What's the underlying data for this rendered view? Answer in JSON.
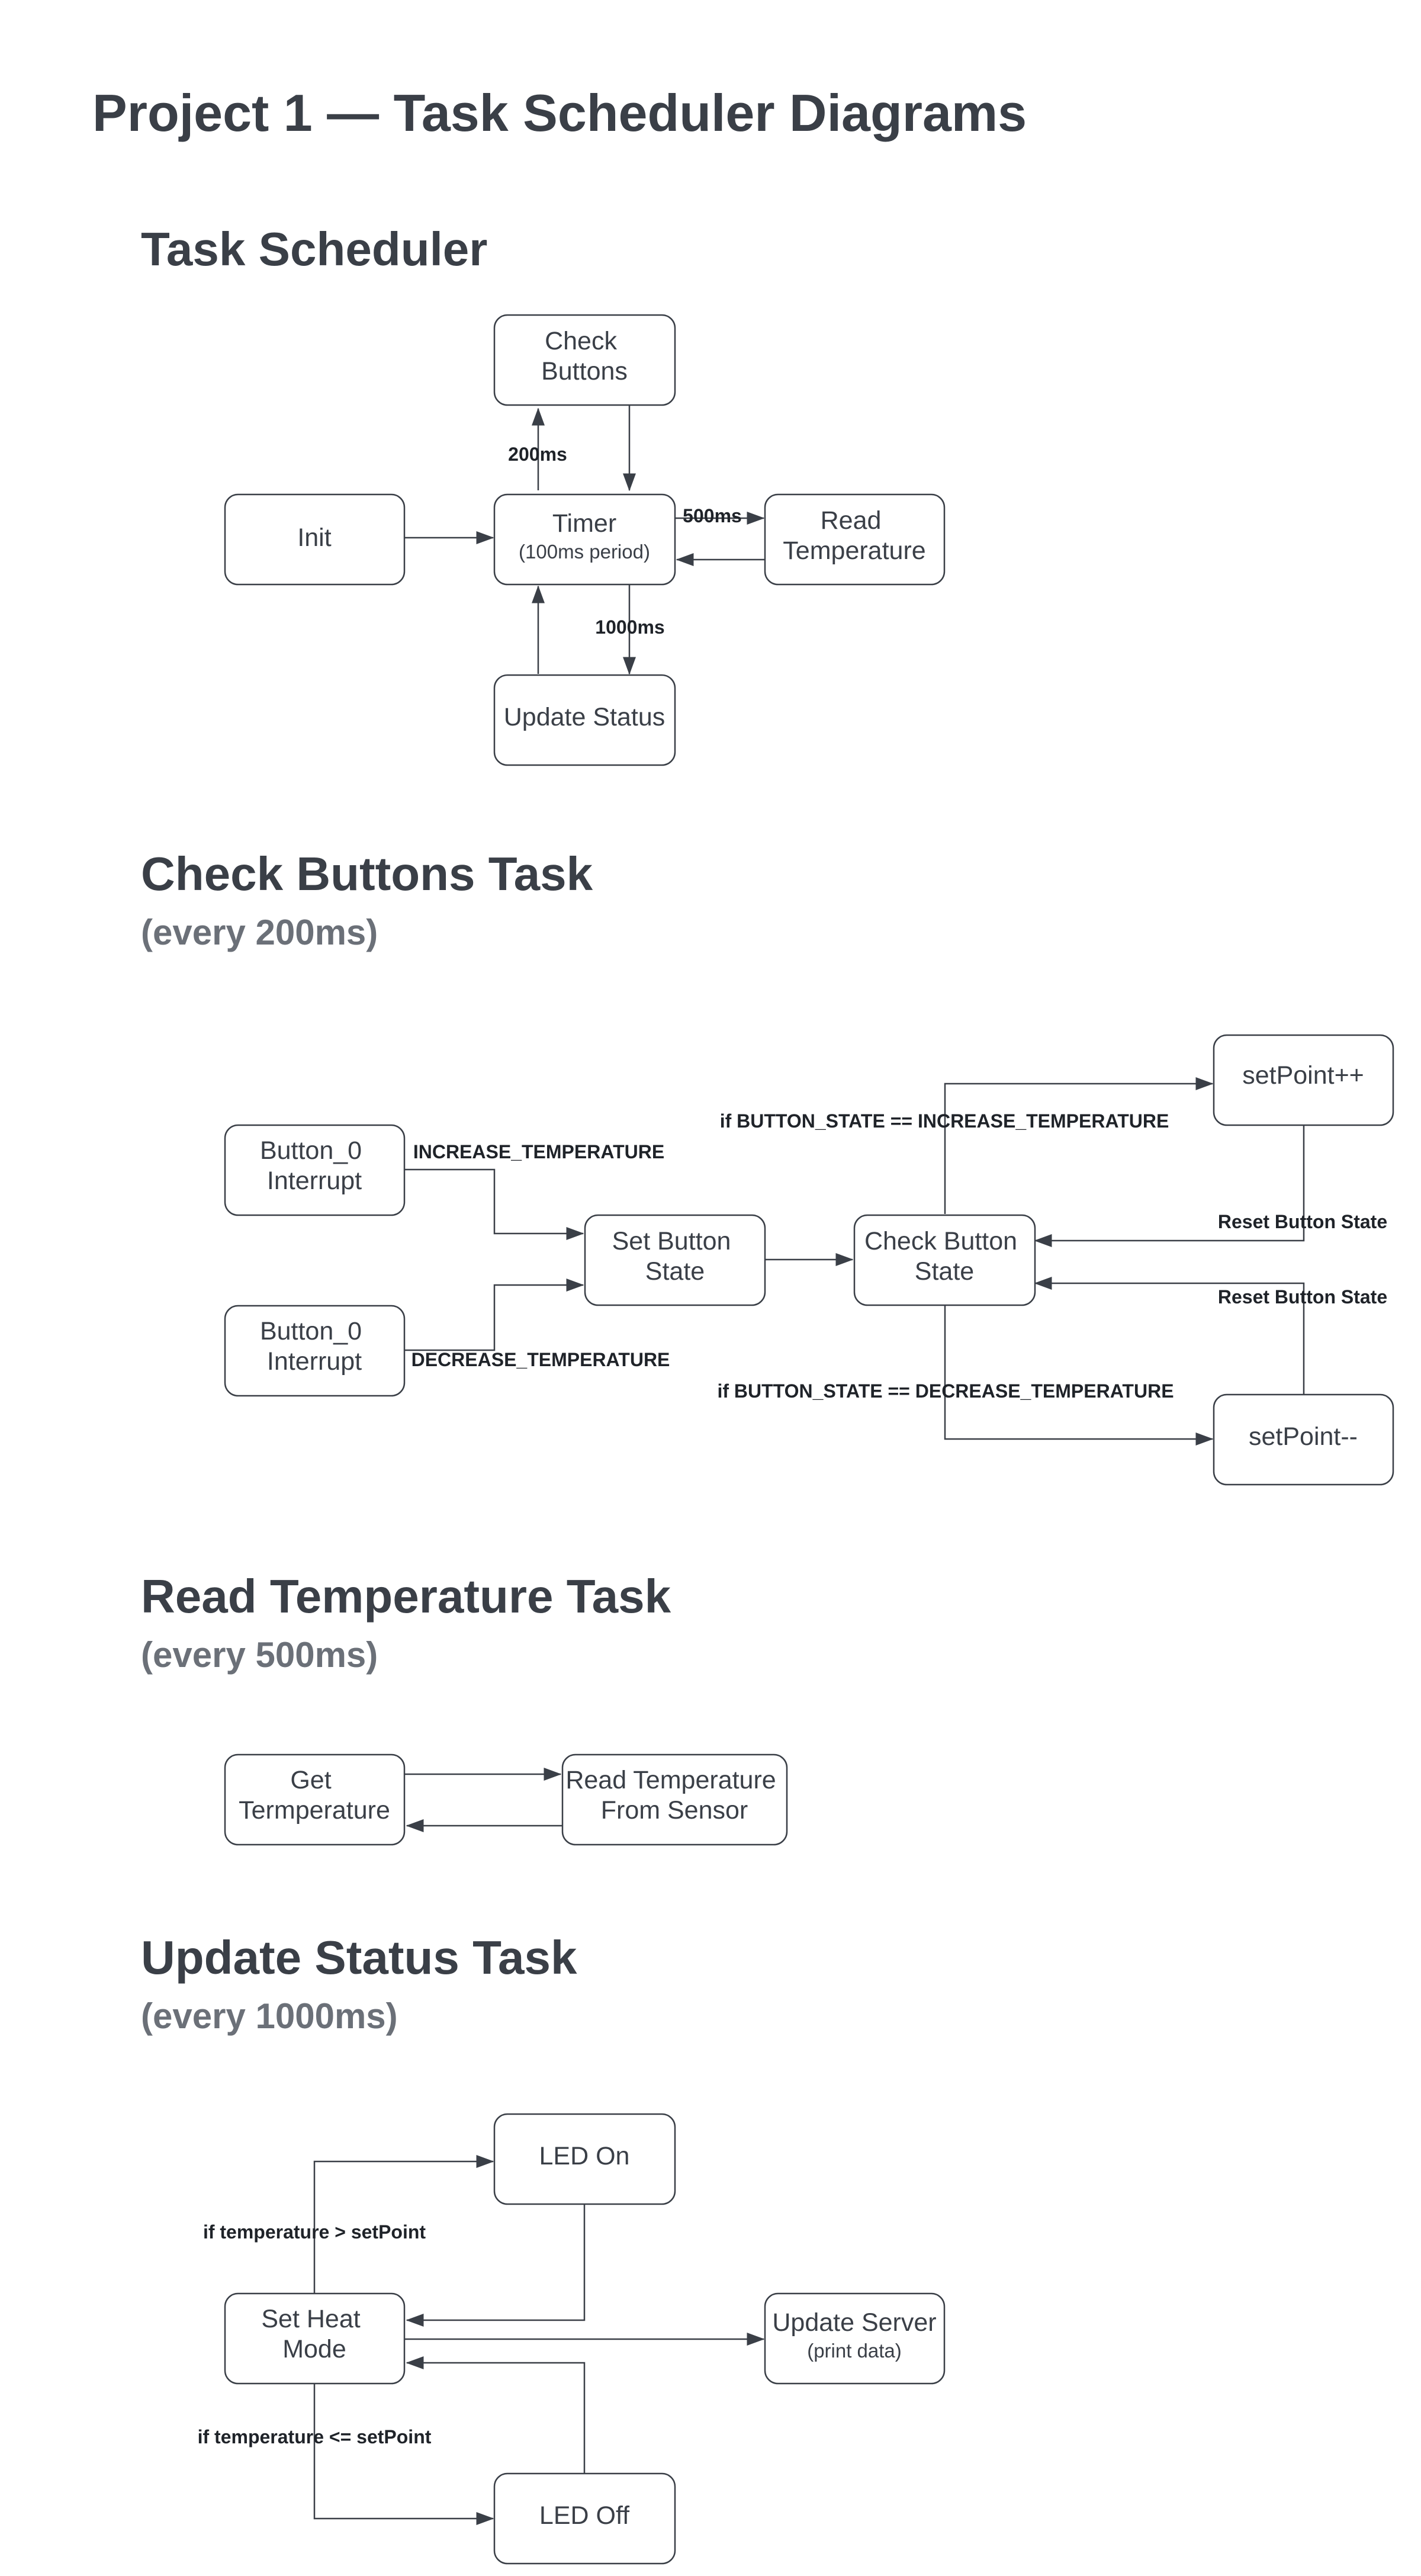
{
  "page": {
    "title": "Project 1 — Task Scheduler Diagrams"
  },
  "sections": {
    "scheduler": {
      "title": "Task Scheduler"
    },
    "buttons": {
      "title": "Check Buttons Task",
      "subtitle": "(every 200ms)"
    },
    "temperature": {
      "title": "Read Temperature Task",
      "subtitle": "(every 500ms)"
    },
    "status": {
      "title": "Update Status Task",
      "subtitle": "(every 1000ms)"
    }
  },
  "nodes": {
    "check_buttons": [
      "Check",
      "Buttons"
    ],
    "init": "Init",
    "timer": "Timer",
    "timer_sub": "(100ms period)",
    "read_temperature": [
      "Read",
      "Temperature"
    ],
    "update_status": "Update Status",
    "button0_top": [
      "Button_0",
      "Interrupt"
    ],
    "button0_bottom": [
      "Button_0",
      "Interrupt"
    ],
    "set_button_state": [
      "Set Button",
      "State"
    ],
    "check_button_state": [
      "Check Button",
      "State"
    ],
    "setpoint_inc": "setPoint++",
    "setpoint_dec": "setPoint--",
    "get_temperature": [
      "Get",
      "Termperature"
    ],
    "read_from_sensor": [
      "Read Temperature",
      "From Sensor"
    ],
    "led_on": "LED On",
    "set_heat_mode": [
      "Set Heat",
      "Mode"
    ],
    "update_server": "Update Server",
    "update_server_sub": "(print data)",
    "led_off": "LED Off"
  },
  "edges": {
    "e200": "200ms",
    "e500": "500ms",
    "e1000": "1000ms",
    "increase": "INCREASE_TEMPERATURE",
    "decrease": "DECREASE_TEMPERATURE",
    "if_increase": "if BUTTON_STATE == INCREASE_TEMPERATURE",
    "if_decrease": "if BUTTON_STATE == DECREASE_TEMPERATURE",
    "reset1": "Reset Button State",
    "reset2": "Reset Button State",
    "temp_gt": "if temperature > setPoint",
    "temp_le": "if temperature <= setPoint"
  },
  "colors": {
    "stroke": "#3a3f47",
    "heading": "#3a3f47",
    "subheading": "#6b7078"
  }
}
